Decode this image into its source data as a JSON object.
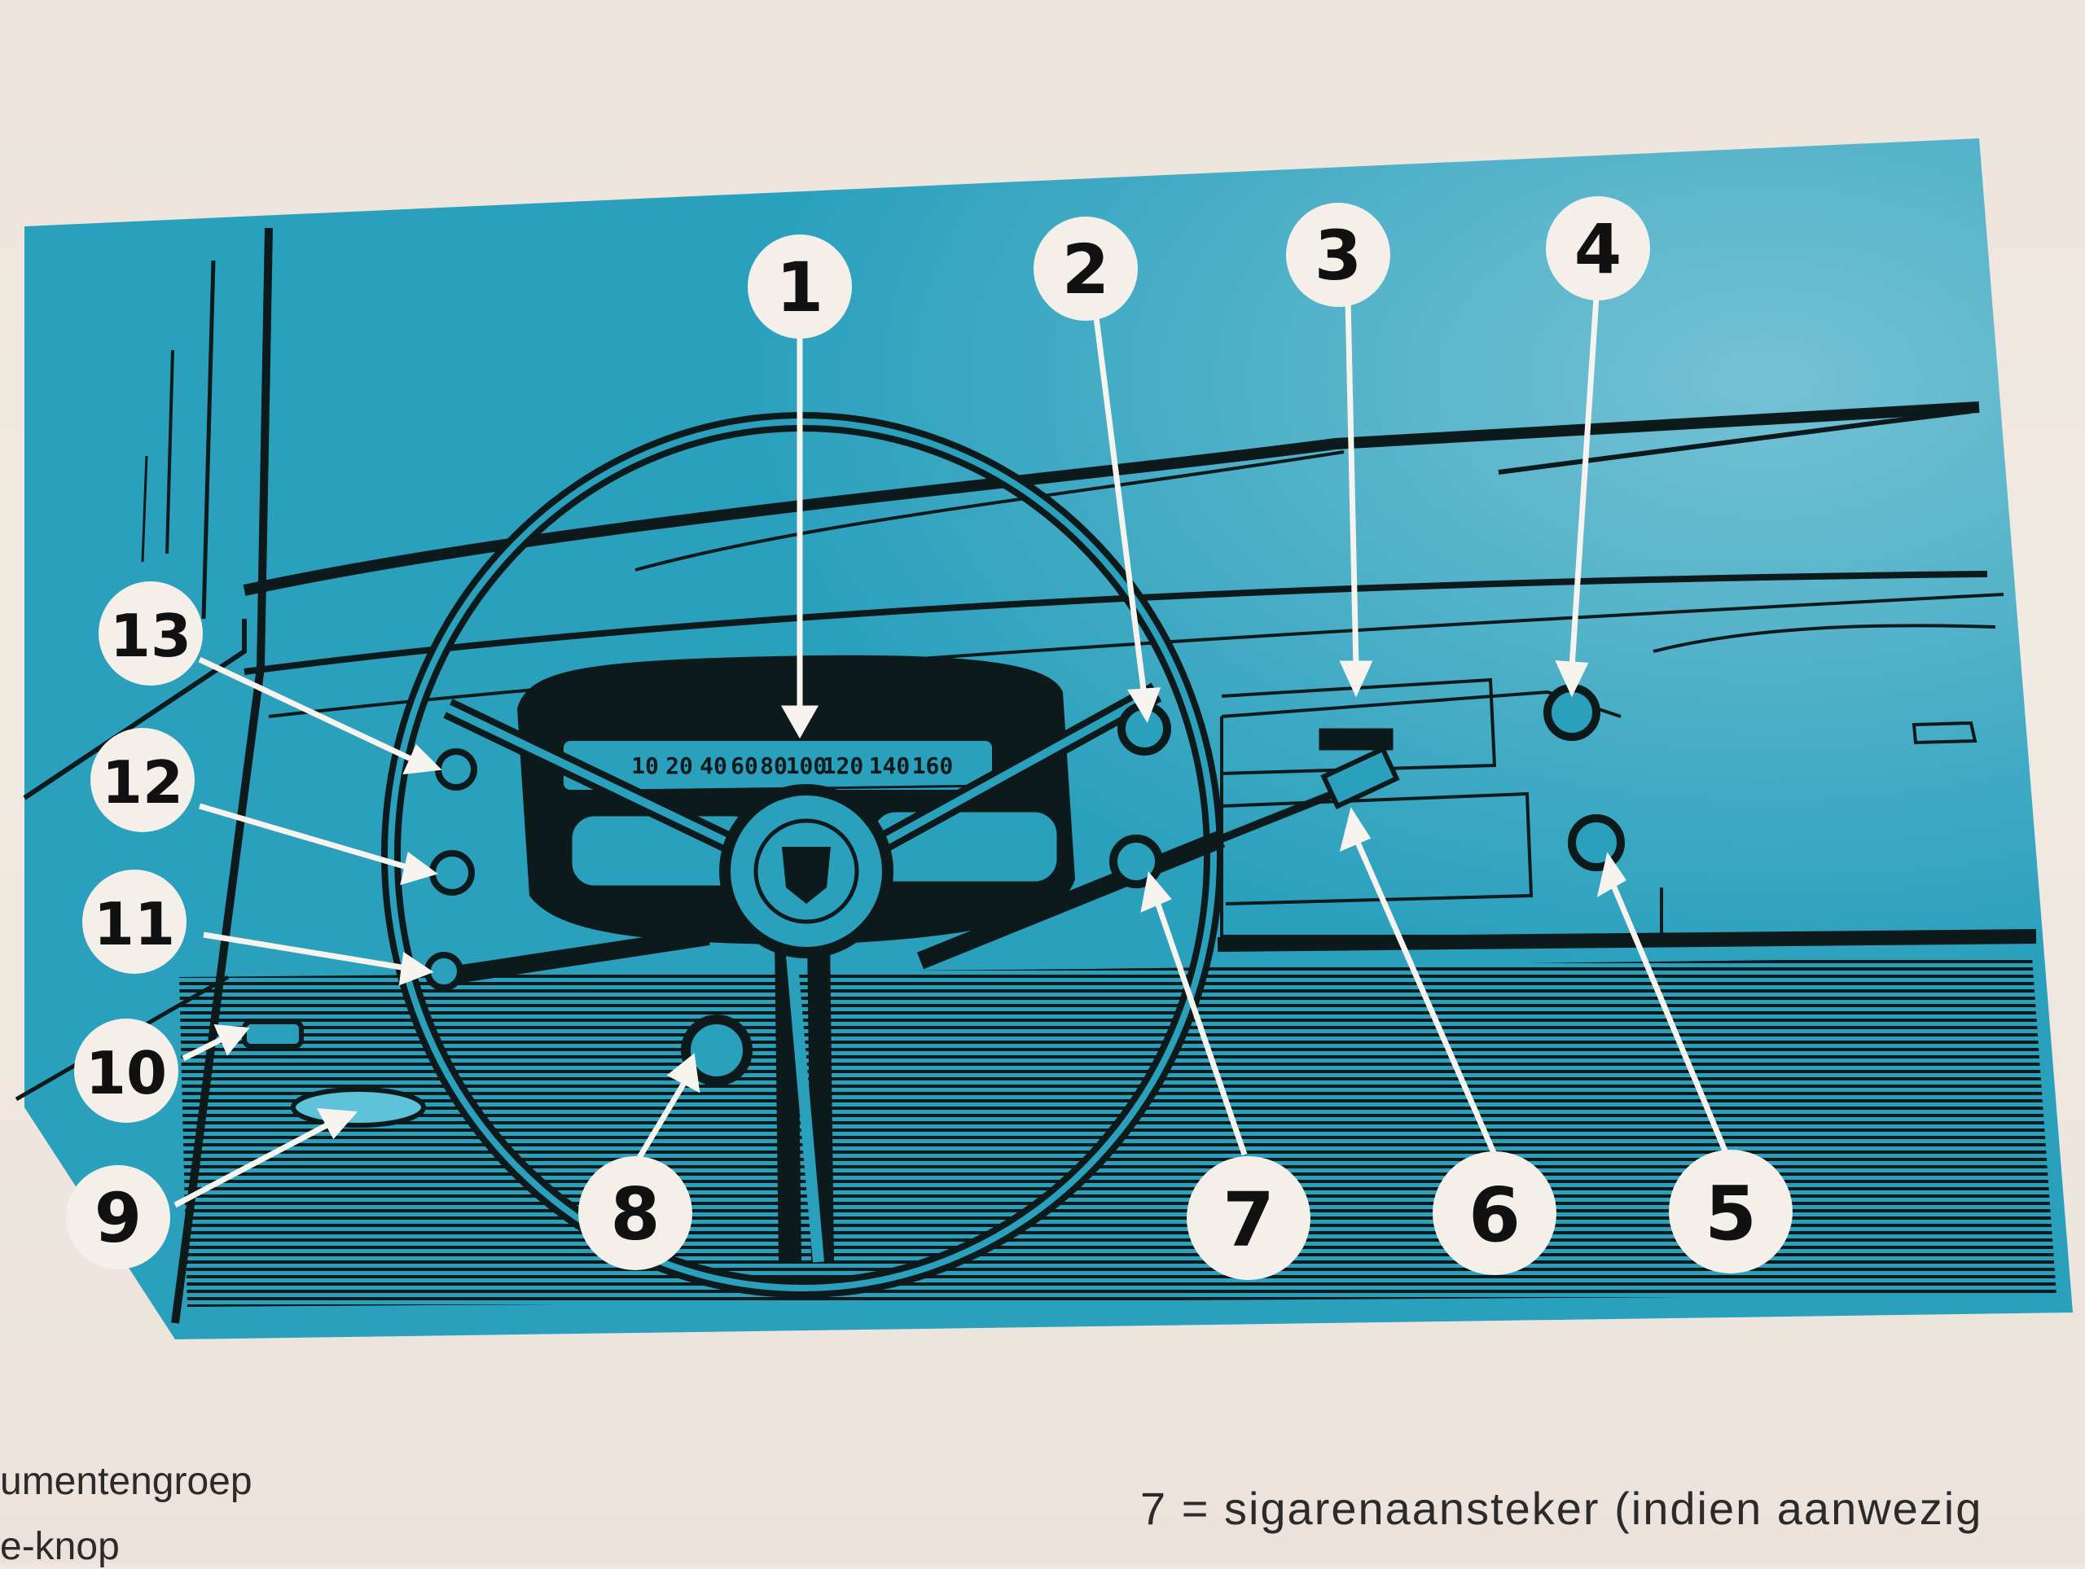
{
  "diagram": {
    "colors": {
      "panel": "#2aa0bd",
      "panel_light": "#5ec3da",
      "ink": "#0d1a1c",
      "paper": "#efe7e0",
      "callout_fill": "#f4efe8"
    },
    "speedometer": {
      "scale_labels": [
        "10",
        "20",
        "40",
        "60",
        "80",
        "100",
        "120",
        "140",
        "160"
      ]
    },
    "callouts": [
      {
        "number": "1"
      },
      {
        "number": "2"
      },
      {
        "number": "3"
      },
      {
        "number": "4"
      },
      {
        "number": "5"
      },
      {
        "number": "6"
      },
      {
        "number": "7"
      },
      {
        "number": "8"
      },
      {
        "number": "9"
      },
      {
        "number": "10"
      },
      {
        "number": "11"
      },
      {
        "number": "12"
      },
      {
        "number": "13"
      }
    ]
  },
  "legend": {
    "left_line_1": "umentengroep",
    "left_line_2": "e-knop",
    "right_line_1": "7 = sigarenaansteker (indien aanwezig"
  }
}
